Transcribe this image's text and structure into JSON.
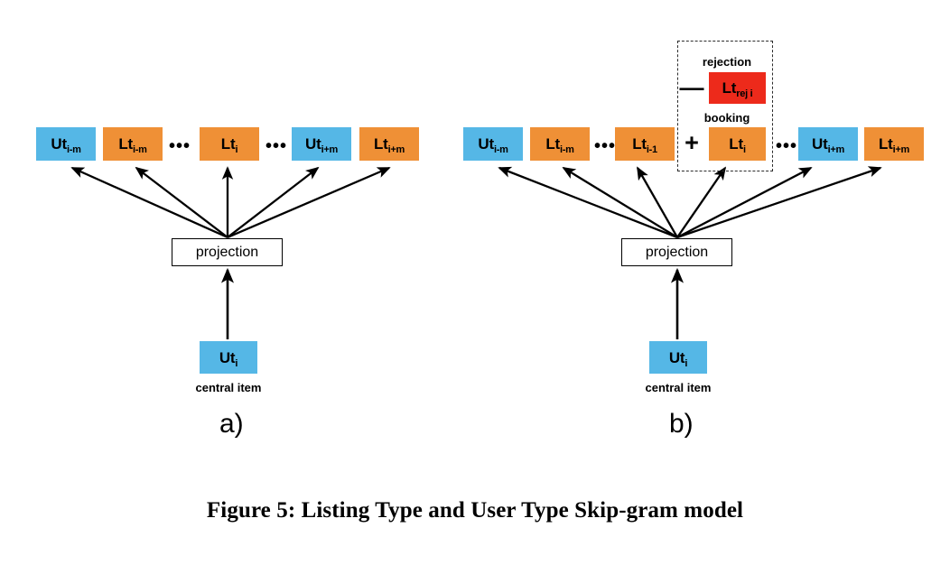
{
  "figure": {
    "caption": "Figure 5: Listing Type and User Type Skip-gram model",
    "panel_a_letter": "a)",
    "panel_b_letter": "b)",
    "colors": {
      "blue": "#55b7e6",
      "orange": "#ef9036",
      "red": "#ed2a1b",
      "stroke": "#000000",
      "background": "#ffffff"
    }
  },
  "panel_a": {
    "context_nodes": [
      {
        "base": "Ut",
        "sub": "i-m",
        "color": "blue"
      },
      {
        "base": "Lt",
        "sub": "i-m",
        "color": "orange"
      },
      {
        "base": "Lt",
        "sub": "i",
        "color": "orange"
      },
      {
        "base": "Ut",
        "sub": "i+m",
        "color": "blue"
      },
      {
        "base": "Lt",
        "sub": "i+m",
        "color": "orange"
      }
    ],
    "ellipsis": "•••",
    "projection_label": "projection",
    "central_node": {
      "base": "Ut",
      "sub": "i",
      "color": "blue"
    },
    "central_caption": "central item"
  },
  "panel_b": {
    "context_nodes": [
      {
        "base": "Ut",
        "sub": "i-m",
        "color": "blue"
      },
      {
        "base": "Lt",
        "sub": "i-m",
        "color": "orange"
      },
      {
        "base": "Lt",
        "sub": "i-1",
        "color": "orange"
      },
      {
        "base": "Ut",
        "sub": "i+m",
        "color": "blue"
      },
      {
        "base": "Lt",
        "sub": "i+m",
        "color": "orange"
      }
    ],
    "ellipsis": "•••",
    "projection_label": "projection",
    "central_node": {
      "base": "Ut",
      "sub": "i",
      "color": "blue"
    },
    "central_caption": "central item",
    "group": {
      "rejection_label": "rejection",
      "rejection_node": {
        "base": "Lt",
        "sub": "rej i",
        "color": "red"
      },
      "rejection_sign": "—",
      "booking_label": "booking",
      "booking_node": {
        "base": "Lt",
        "sub": "i",
        "color": "orange"
      },
      "booking_sign": "+"
    }
  }
}
